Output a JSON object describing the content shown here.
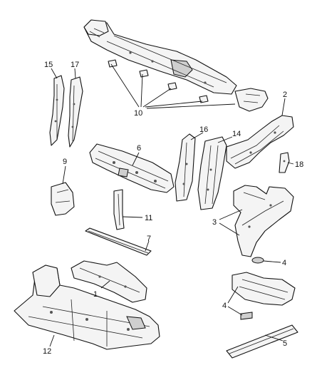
{
  "callouts": {
    "c1": "1",
    "c2": "2",
    "c3": "3",
    "c4a": "4",
    "c4b": "4",
    "c5": "5",
    "c6": "6",
    "c7": "7",
    "c9": "9",
    "c10": "10",
    "c11": "11",
    "c12": "12",
    "c14": "14",
    "c15": "15",
    "c16": "16",
    "c17": "17",
    "c18": "18"
  }
}
